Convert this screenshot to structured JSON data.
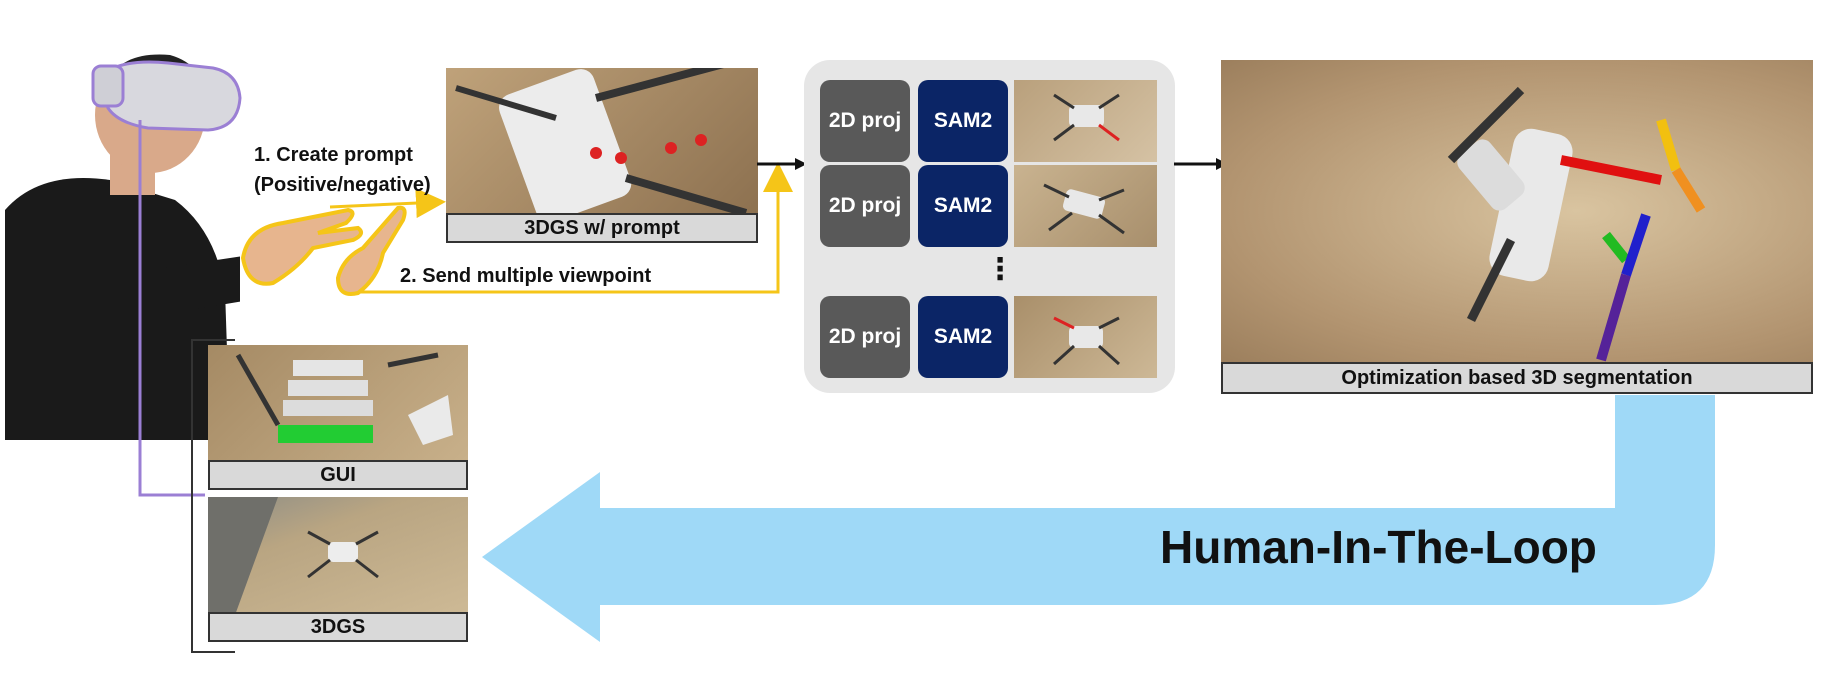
{
  "steps": {
    "create_prompt": "1. Create prompt",
    "polarity": "(Positive/negative)",
    "send_views": "2. Send multiple viewpoint"
  },
  "captions": {
    "prompt_view": "3DGS w/ prompt",
    "segmentation": "Optimization based 3D segmentation",
    "gui": "GUI",
    "gs": "3DGS"
  },
  "pipeline": {
    "rows": [
      {
        "proj": "2D proj",
        "sam": "SAM2"
      },
      {
        "proj": "2D proj",
        "sam": "SAM2"
      },
      {
        "proj": "2D proj",
        "sam": "SAM2"
      }
    ],
    "ellipsis": "⋮"
  },
  "loop": {
    "label": "Human-In-The-Loop"
  },
  "colors": {
    "hand_highlight": "#f5c518",
    "headset_outline": "#9b7fd4",
    "loop_arrow": "#9fd9f7",
    "sam_box": "#0b2566",
    "proj_box": "#595959",
    "panel": "#e6e6e6"
  }
}
